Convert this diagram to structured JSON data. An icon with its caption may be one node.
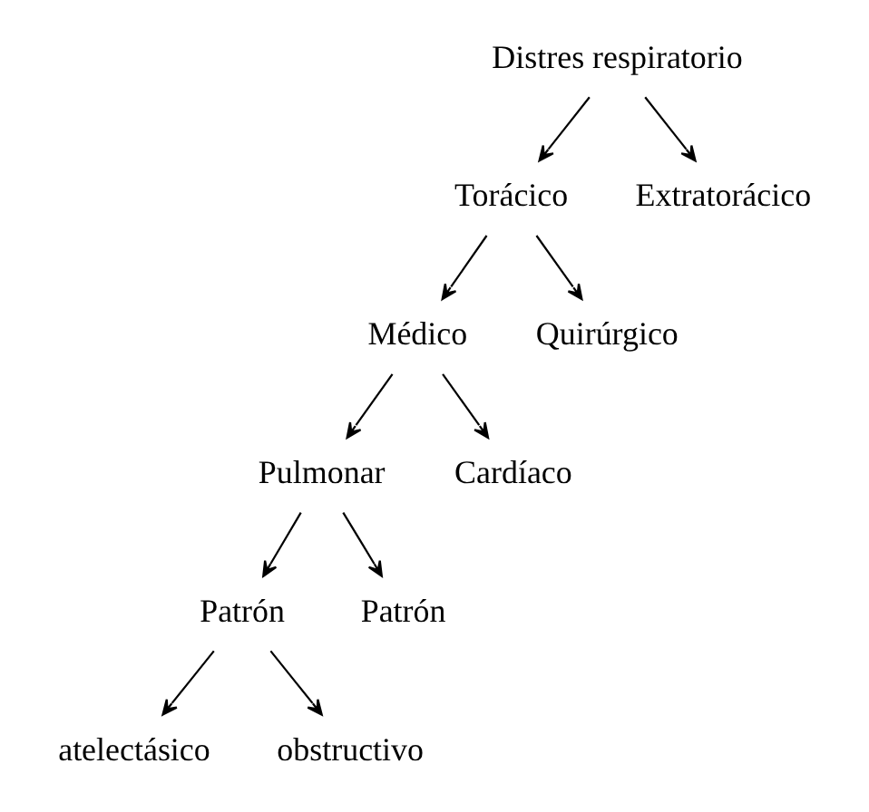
{
  "diagram": {
    "nodes": [
      {
        "text": [
          "Distres respiratorio"
        ]
      },
      {
        "text": [
          "Torácico"
        ]
      },
      {
        "text": [
          "Extratorácico"
        ]
      },
      {
        "text": [
          "Médico"
        ]
      },
      {
        "text": [
          "Quirúrgico"
        ]
      },
      {
        "text": [
          "Pulmonar"
        ]
      },
      {
        "text": [
          "Cardíaco"
        ]
      },
      {
        "text": [
          "Patrón"
        ]
      },
      {
        "text": [
          "Patrón"
        ]
      },
      {
        "text": [
          "atelectásico"
        ]
      },
      {
        "text": [
          "obstructivo"
        ]
      }
    ],
    "edges": [
      {
        "from": 0,
        "to": 1,
        "arrow": "to"
      },
      {
        "from": 0,
        "to": 2,
        "arrow": "to"
      },
      {
        "from": 1,
        "to": 3,
        "arrow": "to"
      },
      {
        "from": 1,
        "to": 4,
        "arrow": "to"
      },
      {
        "from": 3,
        "to": 5,
        "arrow": "to"
      },
      {
        "from": 3,
        "to": 6,
        "arrow": "to"
      },
      {
        "from": 5,
        "to": 7,
        "arrow": "to"
      },
      {
        "from": 5,
        "to": 8,
        "arrow": "to"
      },
      {
        "from": 7,
        "to": 9,
        "arrow": "to"
      },
      {
        "from": 7,
        "to": 10,
        "arrow": "to"
      }
    ]
  }
}
